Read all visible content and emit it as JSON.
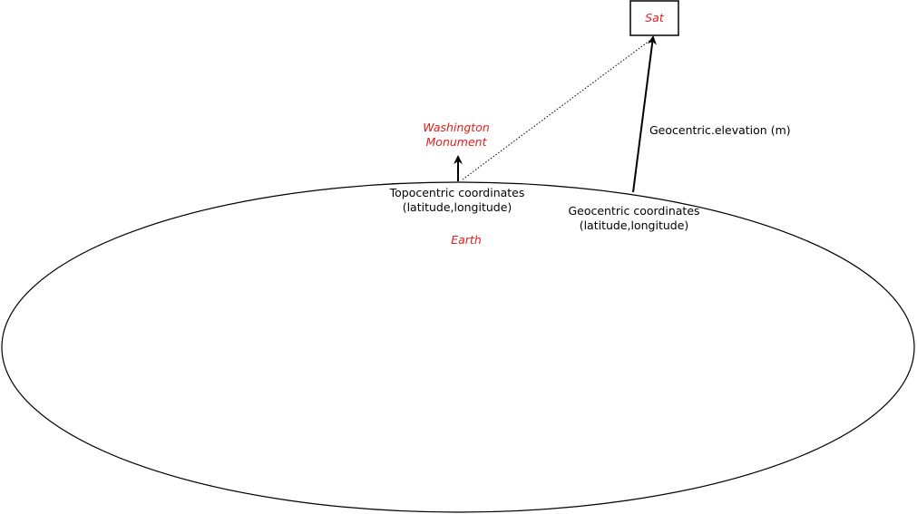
{
  "colors": {
    "stroke": "#000000",
    "label_red": "#e0201c",
    "background": "#ffffff"
  },
  "satellite": {
    "label": "Sat"
  },
  "monument": {
    "label_line1": "Washington",
    "label_line2": "Monument"
  },
  "earth": {
    "label": "Earth"
  },
  "topocentric": {
    "line1": "Topocentric coordinates",
    "line2": "(latitude,longitude)"
  },
  "geocentric": {
    "line1": "Geocentric coordinates",
    "line2": "(latitude,longitude)"
  },
  "elevation": {
    "label": "Geocentric.elevation (m)"
  }
}
